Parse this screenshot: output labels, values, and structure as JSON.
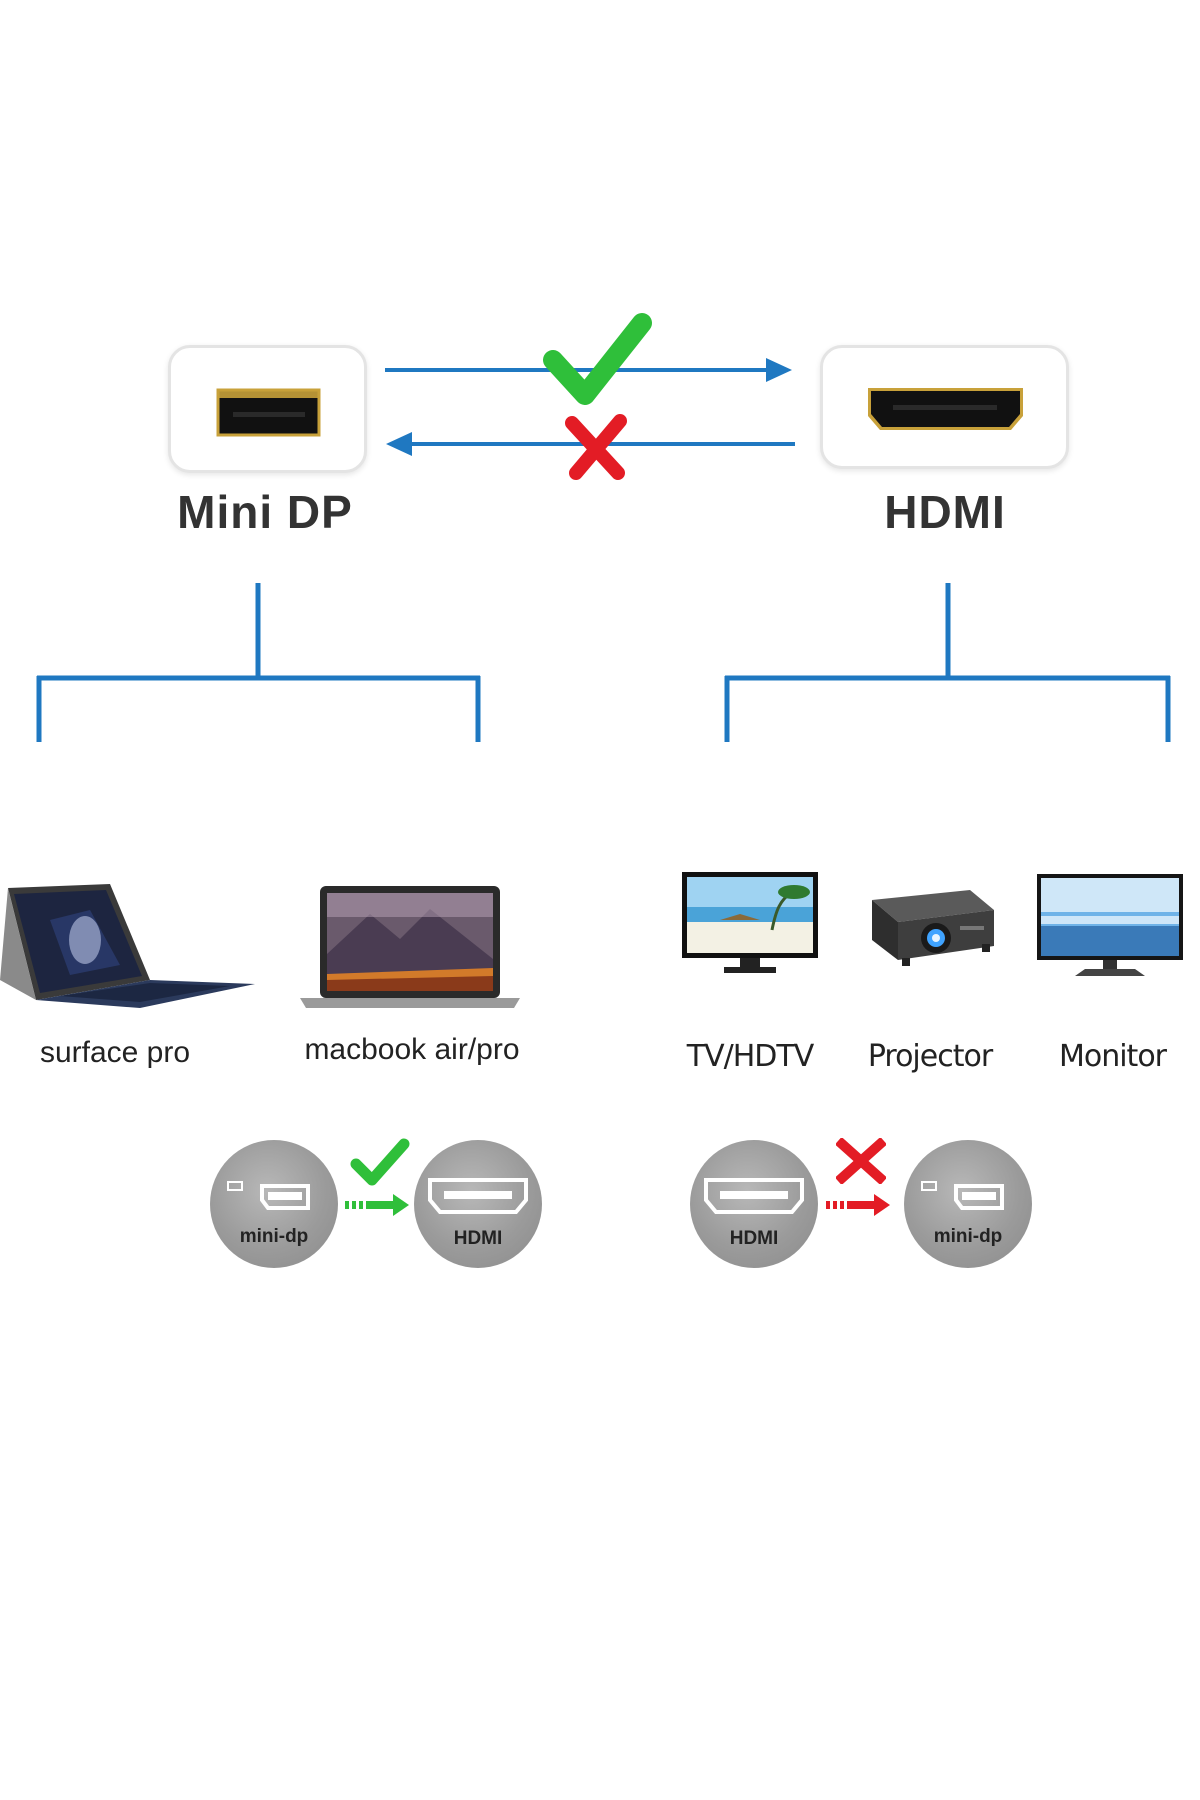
{
  "ports": {
    "source": {
      "title": "Mini DP"
    },
    "target": {
      "title": "HDMI"
    }
  },
  "flows": {
    "forward": {
      "status": "supported",
      "icon": "green-check-icon"
    },
    "reverse": {
      "status": "not-supported",
      "icon": "red-x-icon"
    }
  },
  "devices": {
    "source_group": [
      {
        "label": "surface pro",
        "icon": "surface-pro-icon"
      },
      {
        "label": "macbook air/pro",
        "icon": "macbook-icon"
      }
    ],
    "target_group": [
      {
        "label": "TV/HDTV",
        "icon": "tv-icon"
      },
      {
        "label": "Projector",
        "icon": "projector-icon"
      },
      {
        "label": "Monitor",
        "icon": "monitor-icon"
      }
    ]
  },
  "conversions": [
    {
      "from": "mini-dp",
      "to": "HDMI",
      "status": "supported",
      "icon": "green-check-icon"
    },
    {
      "from": "HDMI",
      "to": "mini-dp",
      "status": "not-supported",
      "icon": "red-x-icon"
    }
  ],
  "colors": {
    "line_blue": "#1f78c1",
    "check_green": "#2fbf3a",
    "cross_red": "#e31c25",
    "circle_gray": "#9b9b9b",
    "connector_black": "#111111",
    "connector_gold": "#c8a13a"
  }
}
